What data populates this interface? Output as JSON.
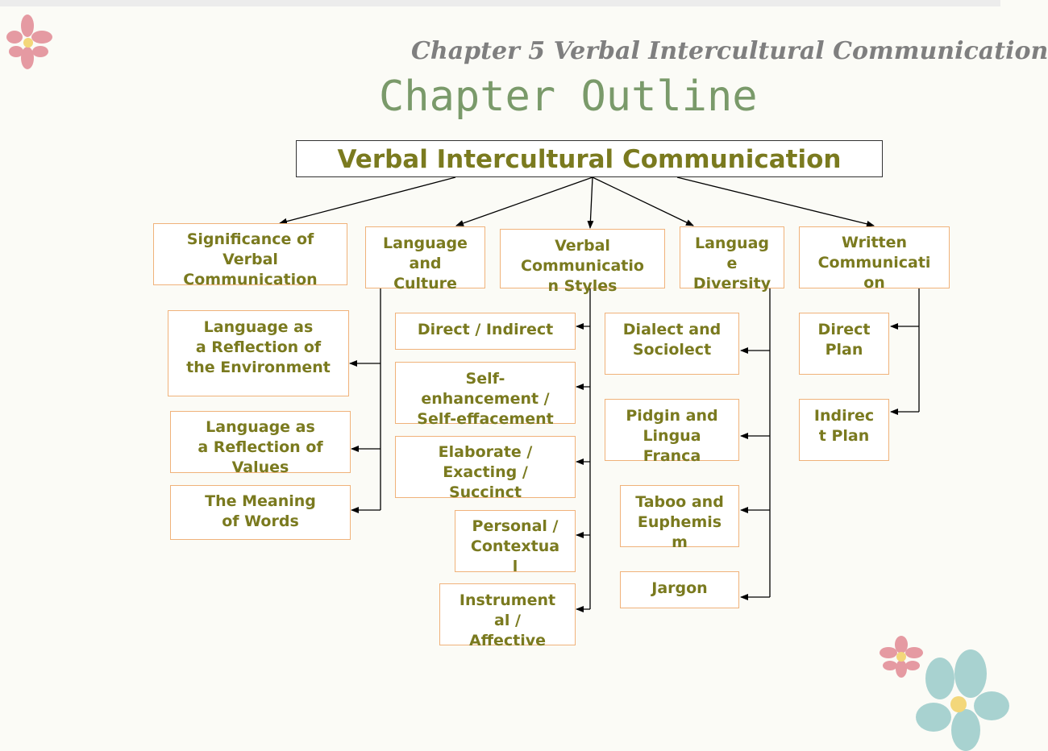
{
  "subtitle": "Chapter 5  Verbal Intercultural Communication",
  "title": "Chapter Outline",
  "root": "Verbal Intercultural Communication",
  "categories": [
    {
      "label": "Significance of\nVerbal\nCommunication"
    },
    {
      "label": "Language\nand\nCulture"
    },
    {
      "label": "Verbal\nCommunicatio\nn Styles"
    },
    {
      "label": "Languag\ne\nDiversity"
    },
    {
      "label": "Written\nCommunicati\non"
    }
  ],
  "language_culture_items": [
    "Language as\na Reflection of\nthe Environment",
    "Language as\na Reflection of\nValues",
    "The Meaning\nof Words"
  ],
  "style_items": [
    "Direct / Indirect",
    "Self-\nenhancement /\nSelf-effacement",
    "Elaborate /\nExacting /\nSuccinct",
    "Personal /\nContextua\nl",
    "Instrument\nal /\nAffective"
  ],
  "diversity_items": [
    "Dialect and\nSociolect",
    "Pidgin and\nLingua\nFranca",
    "Taboo and\nEuphemis\nm",
    "Jargon"
  ],
  "written_items": [
    "Direct\nPlan",
    "Indirec\nt Plan"
  ],
  "colors": {
    "text": "#7a7a1f",
    "box_border": "#f0b27a",
    "title": "#7a9a6a",
    "subtitle": "#7f7f7f"
  }
}
